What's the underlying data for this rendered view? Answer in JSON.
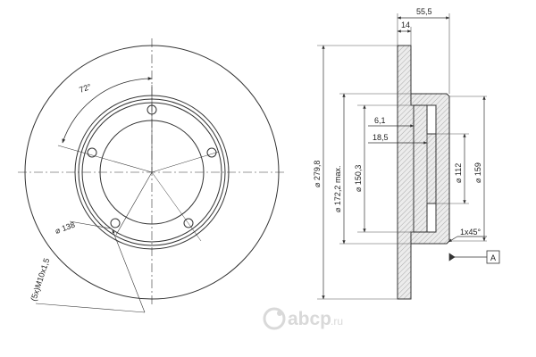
{
  "front_view": {
    "angle_label": "72°",
    "bolt_circle_label": "⌀ 138",
    "thread_label": "(5x)M10x1,5"
  },
  "section_view": {
    "dims": {
      "total_width": "55,5",
      "disc_thickness": "14",
      "offset_a": "6,1",
      "offset_b": "18,5",
      "disc_diameter": "⌀ 279,8",
      "max_inner_diameter": "⌀ 172,2 max.",
      "hat_diameter": "⌀ 150,3",
      "bore_diameter": "⌀ 112",
      "hub_diameter": "⌀ 159",
      "chamfer": "1x45°",
      "datum": "A"
    }
  },
  "watermark": {
    "brand": "abcp",
    "suffix": ".ru"
  },
  "colors": {
    "line": "#333333",
    "hatch_fill": "#e4e4e4",
    "watermark": "#d9d9d9"
  }
}
